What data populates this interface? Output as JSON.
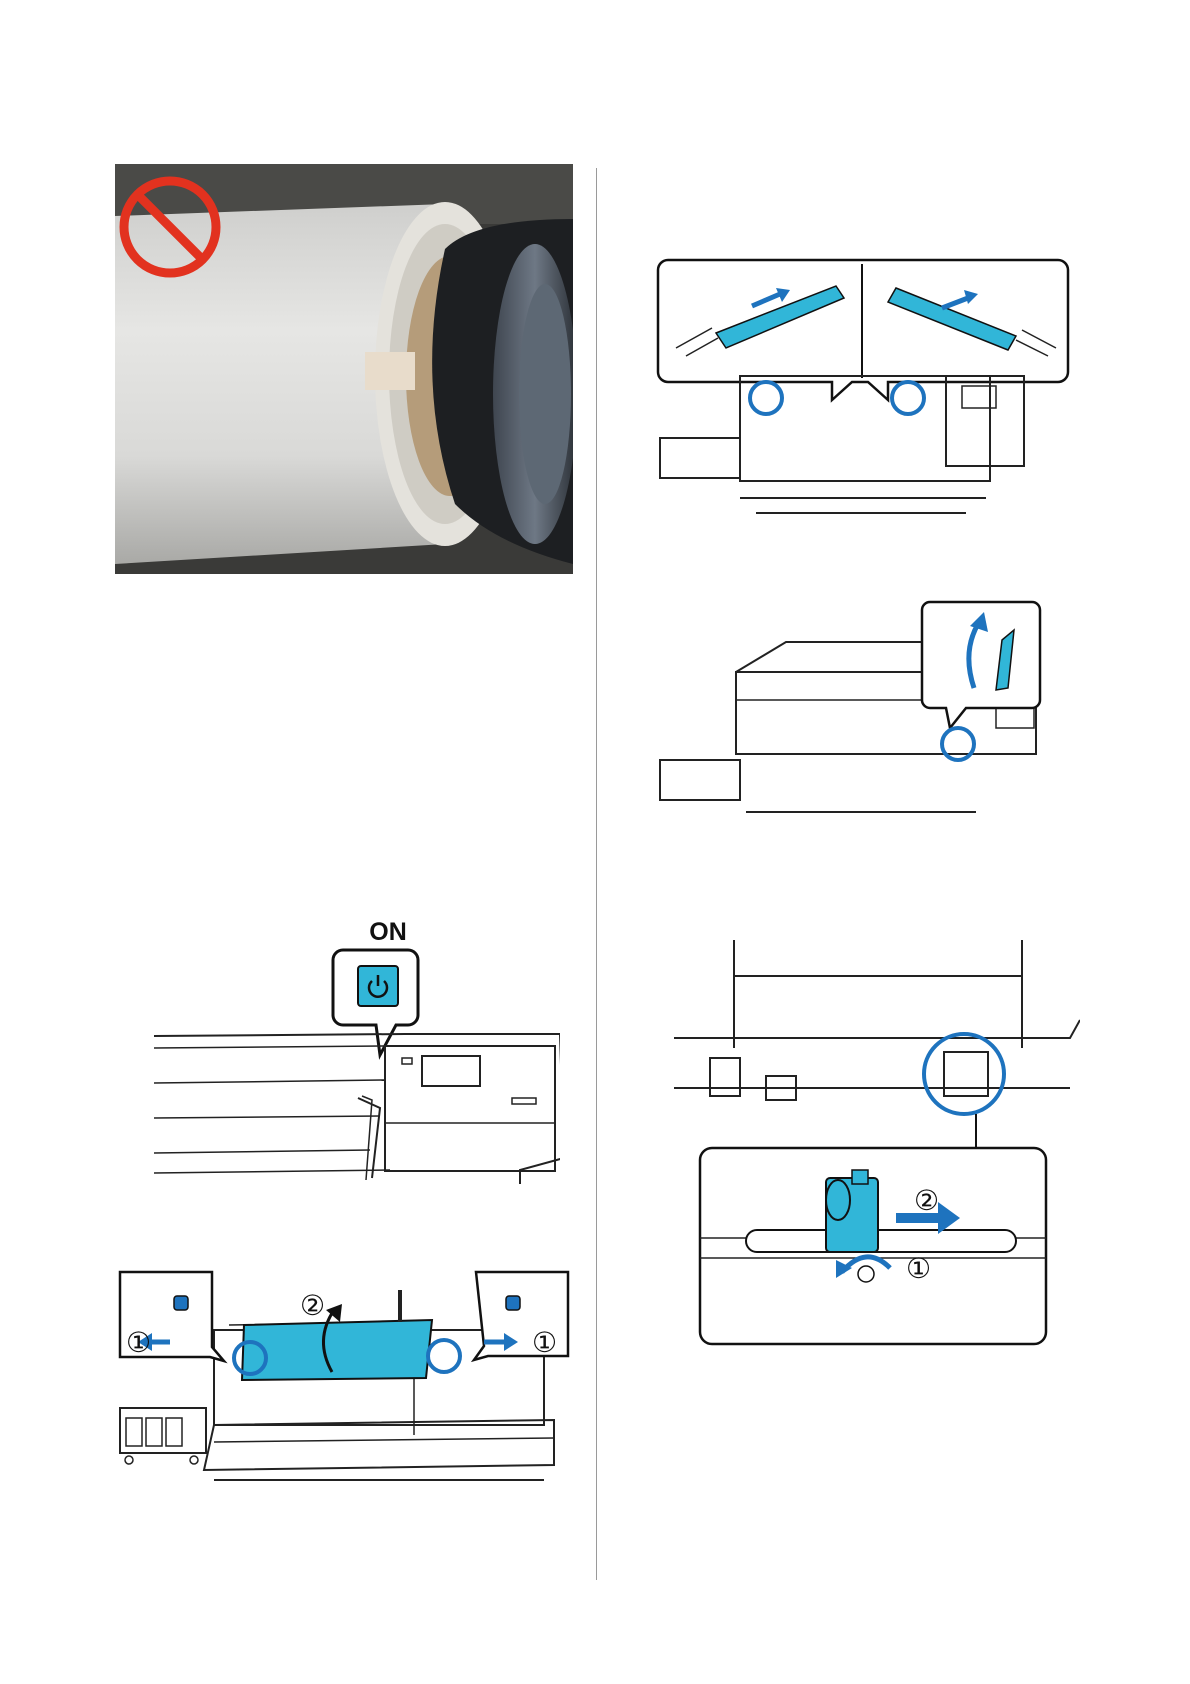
{
  "figures": {
    "power_on_label": "ON",
    "lever_step_1": "①",
    "lever_step_2": "②",
    "holder_step_1": "①",
    "holder_step_2": "②"
  },
  "colors": {
    "accent_blue": "#1e73be",
    "part_cyan": "#31b6d8",
    "prohibit_red": "#e2321f"
  },
  "icons": [
    "prohibited-icon",
    "power-icon",
    "arrow-icon"
  ]
}
